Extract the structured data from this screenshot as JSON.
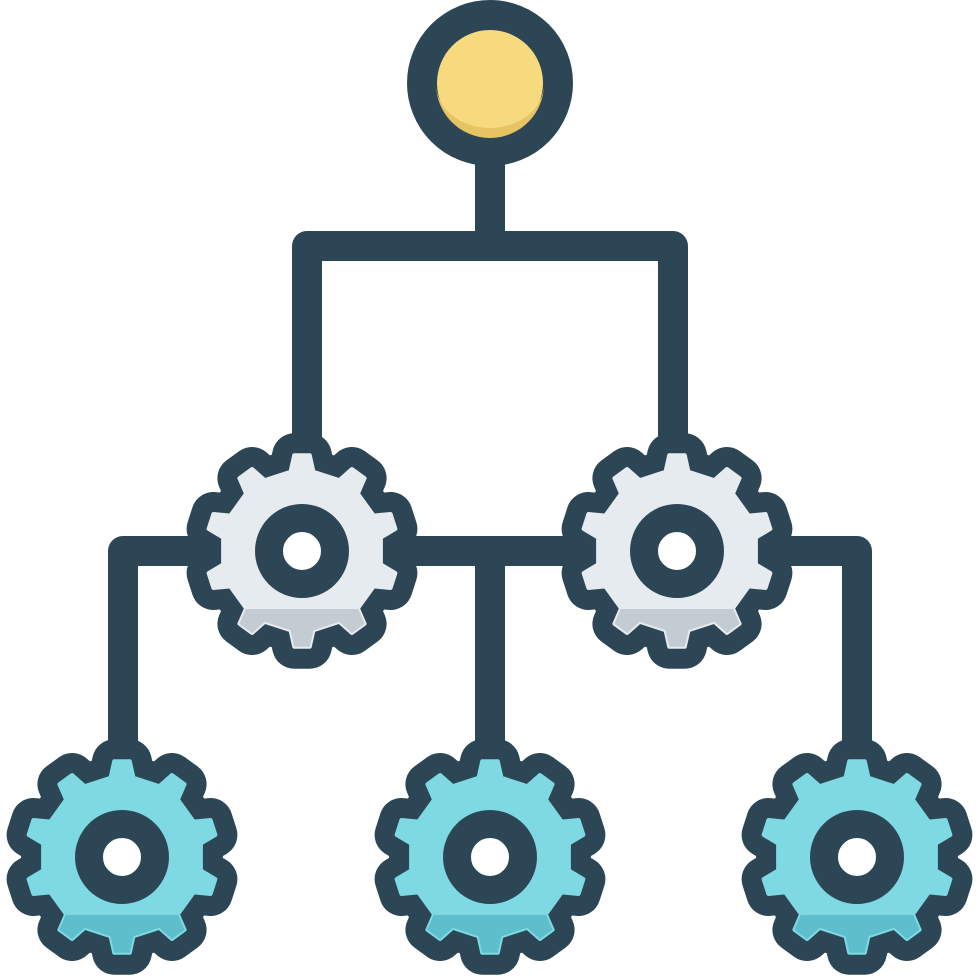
{
  "icon": {
    "name": "hierarchy-gears-icon",
    "root": {
      "kind": "circle-node"
    },
    "levels": [
      {
        "kind": "gear",
        "count": 2,
        "fill_key": "gear_mid"
      },
      {
        "kind": "gear",
        "count": 3,
        "fill_key": "gear_leaf"
      }
    ]
  },
  "colors": {
    "outline": "#2D4655",
    "root_fill": "#F8DA7E",
    "root_shadow": "#E6C363",
    "gear_mid": "#E6EBEF",
    "gear_mid_shadow": "#C3CCD3",
    "gear_leaf": "#7FD9E3",
    "gear_leaf_shadow": "#5DBFCB",
    "hole": "#FFFFFF"
  }
}
